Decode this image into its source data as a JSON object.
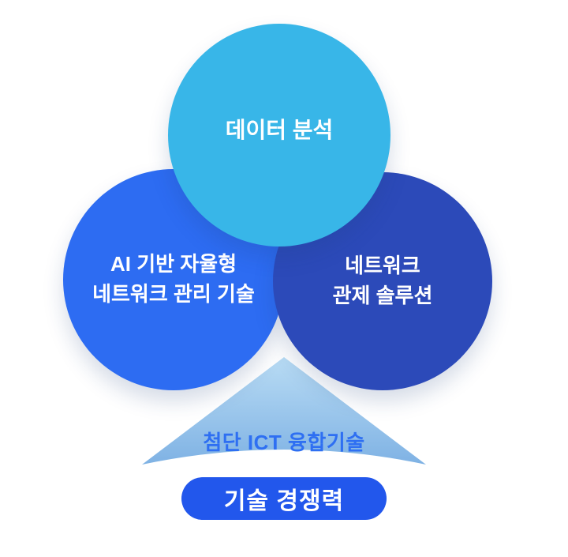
{
  "diagram": {
    "title": "ICT convergence technology venn diagram",
    "circles": {
      "data_analysis": {
        "label": "데이터 분석",
        "color": "#38b6e8"
      },
      "ai_network": {
        "label_line1": "AI 기반 자율형",
        "label_line2": "네트워크 관리 기술",
        "color": "#2d6cf2"
      },
      "network_control": {
        "label_line1": "네트워크",
        "label_line2": "관제 솔루션",
        "color": "#2c4ab9"
      }
    },
    "arrow": {
      "label": "첨단 ICT 융합기술",
      "label_color": "#2e6ff2",
      "fill_top": "#b9dcf4",
      "fill_bottom": "#7fb2e4"
    },
    "badge": {
      "label": "기술 경쟁력",
      "color": "#2257ec"
    }
  }
}
